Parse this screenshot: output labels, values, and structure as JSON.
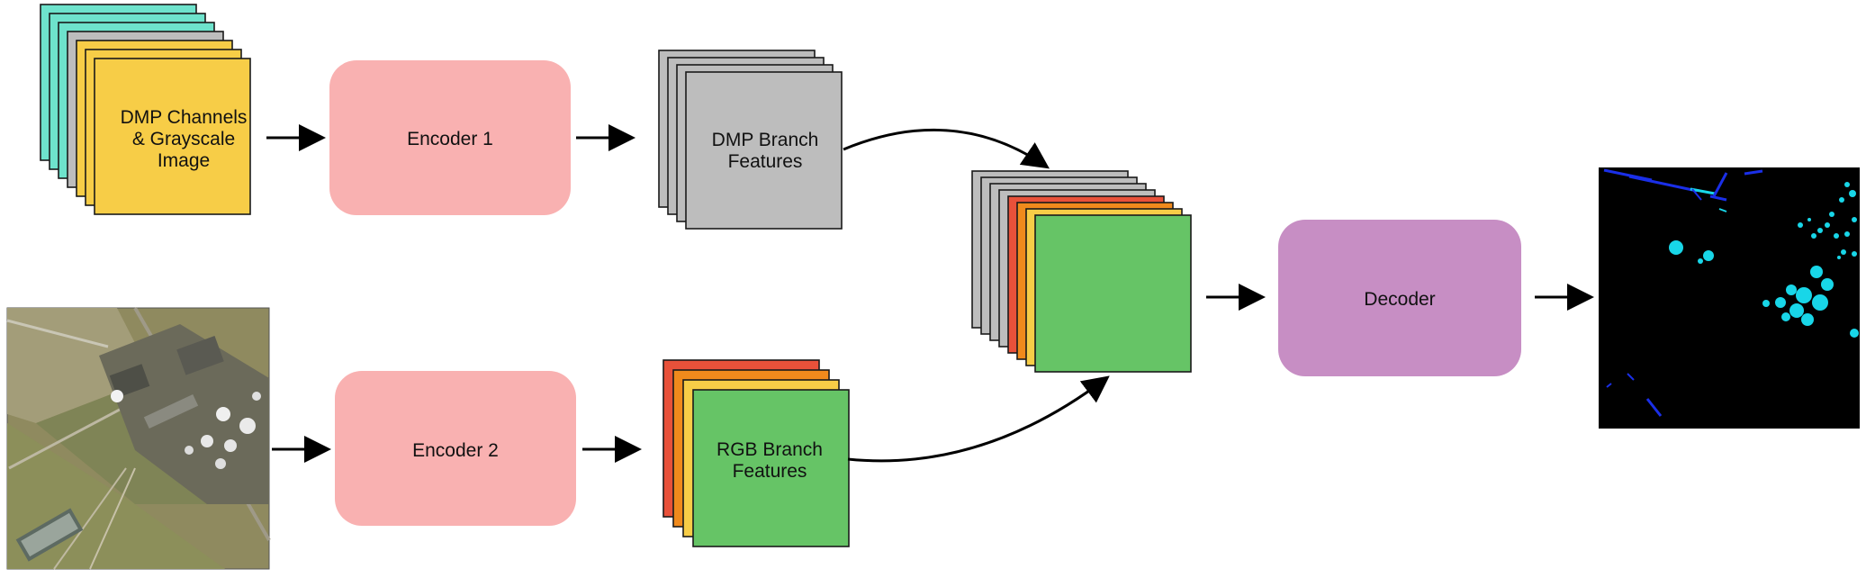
{
  "input_stack": {
    "lines": [
      "DMP Channels",
      "& Grayscale",
      "Image"
    ],
    "colors": [
      "#6ee3cc",
      "#6ee3cc",
      "#6ee3cc",
      "#bdbdbd",
      "#f7cd47",
      "#f7cd47",
      "#f7cd47"
    ]
  },
  "encoder1": {
    "label": "Encoder 1",
    "color": "#f9b1b1"
  },
  "encoder2": {
    "label": "Encoder 2",
    "color": "#f9b1b1"
  },
  "dmp_features": {
    "lines": [
      "DMP Branch",
      "Features"
    ],
    "color": "#bdbdbd"
  },
  "rgb_features": {
    "lines": [
      "RGB Branch",
      "Features"
    ],
    "colors": [
      "#e8513a",
      "#f08a1c",
      "#f7cd47",
      "#66c466"
    ]
  },
  "fused_stack": {
    "colors": [
      "#bdbdbd",
      "#bdbdbd",
      "#bdbdbd",
      "#bdbdbd",
      "#e8513a",
      "#f08a1c",
      "#f7cd47",
      "#66c466"
    ]
  },
  "decoder": {
    "label": "Decoder",
    "color": "#c78ec4"
  },
  "aerial_image": {
    "icon": "aerial-photo-icon"
  },
  "output_mask": {
    "icon": "segmentation-mask-icon",
    "background": "#000000",
    "object_color": "#18d6e8",
    "line_color": "#1a2fe8"
  }
}
